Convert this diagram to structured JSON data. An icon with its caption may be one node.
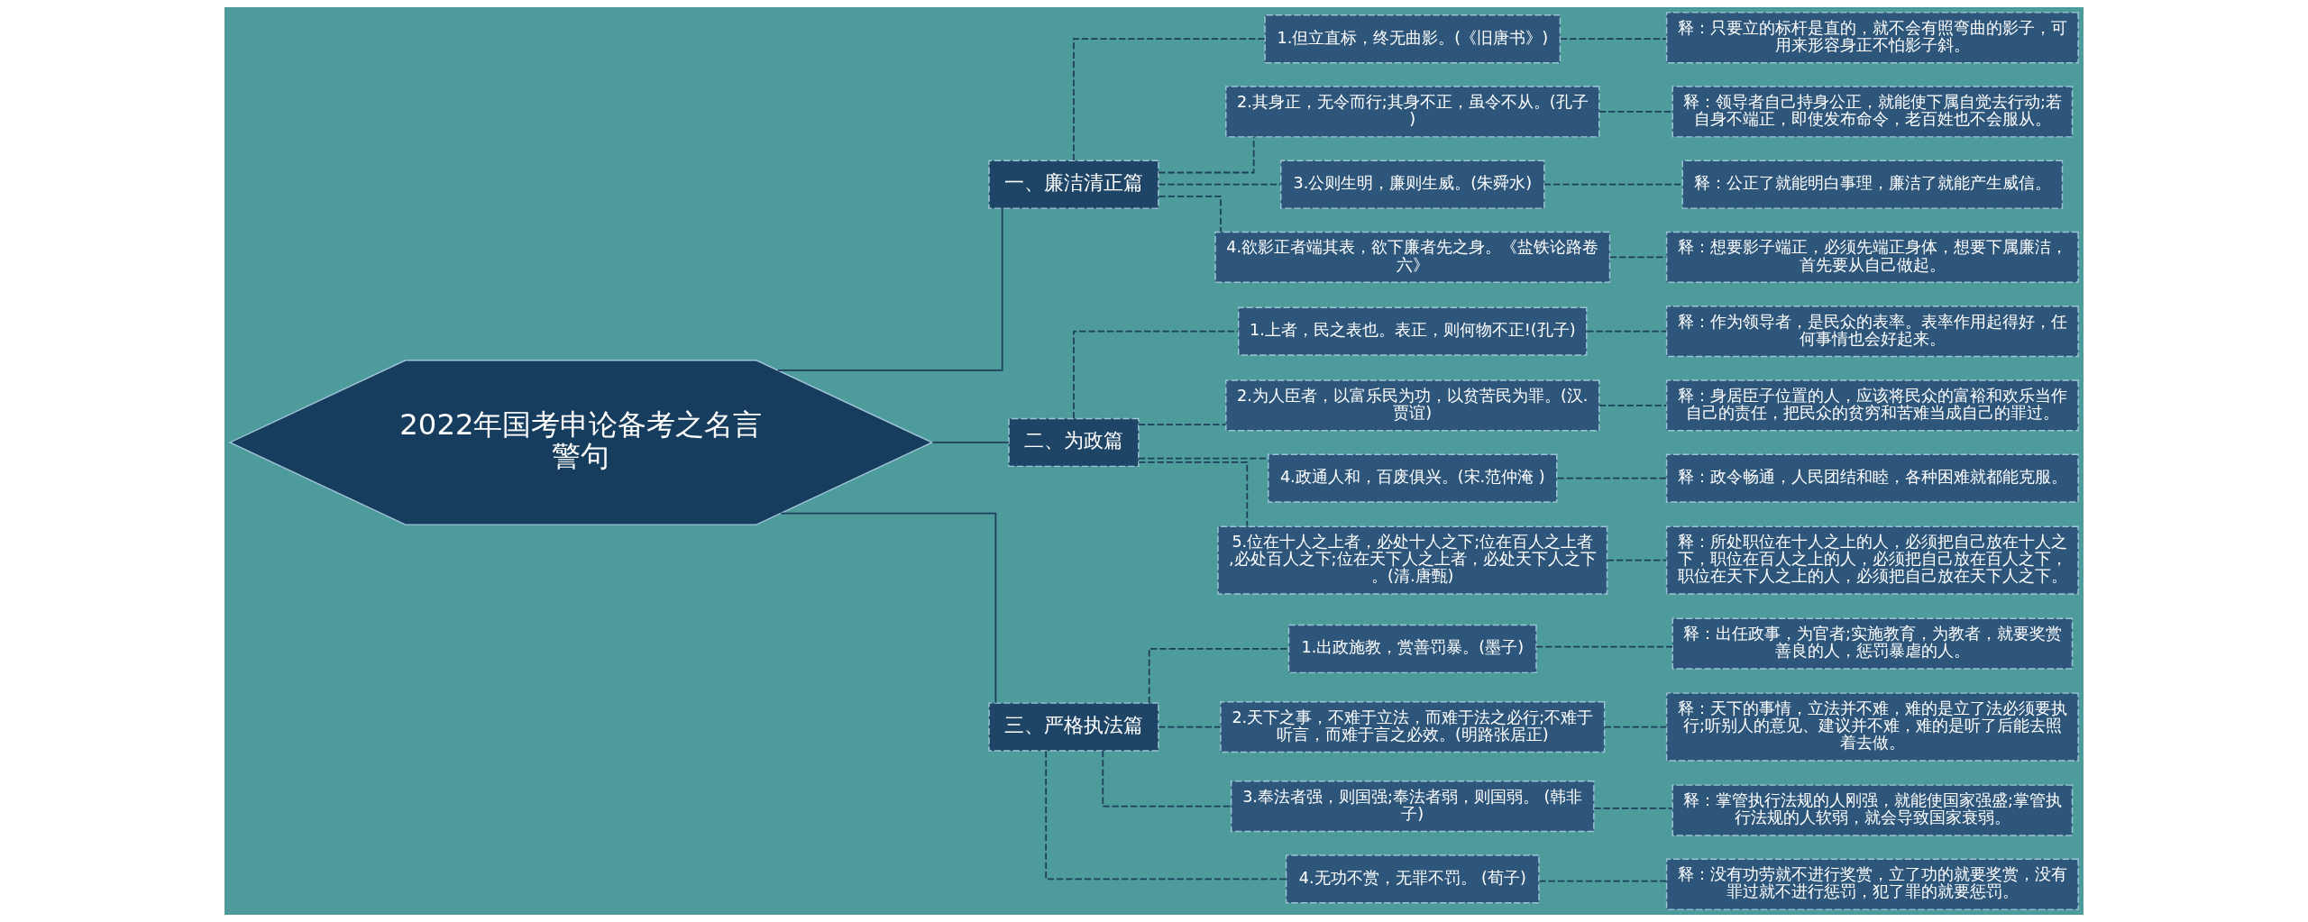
{
  "diagram": {
    "nodes": [
      {
        "text": [
          "2022年国考申论备考之名言警句"
        ]
      },
      {
        "text": [
          "一、廉洁清正篇"
        ]
      },
      {
        "text": [
          "1.但立直标，终无曲影。(《旧唐书》)"
        ]
      },
      {
        "text": [
          "释：只要立的标杆是直的，就不会有照弯曲的影子，可用来形容身正不怕影子斜。"
        ]
      },
      {
        "text": [
          "2.其身正，无令而行;其身不正，虽令不从。(孔子)"
        ]
      },
      {
        "text": [
          "释：领导者自己持身公正，就能使下属自觉去行动;若自身不端正，即使发布命令，老百姓也不会服从。"
        ]
      },
      {
        "text": [
          "3.公则生明，廉则生威。(朱舜水)"
        ]
      },
      {
        "text": [
          "释：公正了就能明白事理，廉洁了就能产生威信。"
        ]
      },
      {
        "text": [
          "4.欲影正者端其表，欲下廉者先之身。《盐铁论路卷六》"
        ]
      },
      {
        "text": [
          "释：想要影子端正，必须先端正身体，想要下属廉洁，首先要从自己做起。"
        ]
      },
      {
        "text": [
          "二、为政篇"
        ]
      },
      {
        "text": [
          "1.上者，民之表也。表正，则何物不正!(孔子)"
        ]
      },
      {
        "text": [
          "释：作为领导者，是民众的表率。表率作用起得好，任何事情也会好起来。"
        ]
      },
      {
        "text": [
          "2.为人臣者，以富乐民为功，以贫苦民为罪。(汉.贾谊)"
        ]
      },
      {
        "text": [
          "释：身居臣子位置的人，应该将民众的富裕和欢乐当作自己的责任，把民众的贫穷和苦难当成自己的罪过。"
        ]
      },
      {
        "text": [
          "4.政通人和，百废俱兴。(宋.范仲淹 )"
        ]
      },
      {
        "text": [
          "释：政令畅通，人民团结和睦，各种困难就都能克服。"
        ]
      },
      {
        "text": [
          "5.位在十人之上者，必处十人之下;位在百人之上者,必处百人之下;位在天下人之上者，必处天下人之下。(清.唐甄)"
        ]
      },
      {
        "text": [
          "释：所处职位在十人之上的人，必须把自己放在十人之下，职位在百人之上的人，必须把自己放在百人之下，职位在天下人之上的人，必须把自己放在天下人之下。"
        ]
      },
      {
        "text": [
          "三、严格执法篇"
        ]
      },
      {
        "text": [
          "1.出政施教，赏善罚暴。(墨子)"
        ]
      },
      {
        "text": [
          "释：出任政事，为官者;实施教育，为教者，就要奖赏善良的人，惩罚暴虐的人。"
        ]
      },
      {
        "text": [
          "2.天下之事，不难于立法，而难于法之必行;不难于听言，而难于言之必效。(明路张居正)"
        ]
      },
      {
        "text": [
          "释：天下的事情，立法并不难，难的是立了法必须要执行;听别人的意见、建议并不难，难的是听了后能去照着去做。"
        ]
      },
      {
        "text": [
          "3.奉法者强，则国强;奉法者弱，则国弱。 (韩非子)"
        ]
      },
      {
        "text": [
          "释：掌管执行法规的人刚强，就能使国家强盛;掌管执行法规的人软弱，就会导致国家衰弱。"
        ]
      },
      {
        "text": [
          "4.无功不赏，无罪不罚。 (荀子)"
        ]
      },
      {
        "text": [
          "释：没有功劳就不进行奖赏，立了功的就要奖赏，没有罪过就不进行惩罚，犯了罪的就要惩罚。"
        ]
      }
    ],
    "edges": [
      {
        "from": 0,
        "to": 1,
        "arrow": "none"
      },
      {
        "from": 1,
        "to": 2,
        "arrow": "none",
        "style": "dashed"
      },
      {
        "from": 2,
        "to": 3,
        "arrow": "none",
        "style": "dashed"
      },
      {
        "from": 1,
        "to": 4,
        "arrow": "none",
        "style": "dashed"
      },
      {
        "from": 4,
        "to": 5,
        "arrow": "none",
        "style": "dashed"
      },
      {
        "from": 1,
        "to": 6,
        "arrow": "none",
        "style": "dashed"
      },
      {
        "from": 6,
        "to": 7,
        "arrow": "none",
        "style": "dashed"
      },
      {
        "from": 1,
        "to": 8,
        "arrow": "none",
        "style": "dashed"
      },
      {
        "from": 8,
        "to": 9,
        "arrow": "none",
        "style": "dashed"
      },
      {
        "from": 0,
        "to": 10,
        "arrow": "none"
      },
      {
        "from": 10,
        "to": 11,
        "arrow": "none",
        "style": "dashed"
      },
      {
        "from": 11,
        "to": 12,
        "arrow": "none",
        "style": "dashed"
      },
      {
        "from": 10,
        "to": 13,
        "arrow": "none",
        "style": "dashed"
      },
      {
        "from": 13,
        "to": 14,
        "arrow": "none",
        "style": "dashed"
      },
      {
        "from": 10,
        "to": 15,
        "arrow": "none",
        "style": "dashed"
      },
      {
        "from": 15,
        "to": 16,
        "arrow": "none",
        "style": "dashed"
      },
      {
        "from": 10,
        "to": 17,
        "arrow": "none",
        "style": "dashed"
      },
      {
        "from": 17,
        "to": 18,
        "arrow": "none",
        "style": "dashed"
      },
      {
        "from": 0,
        "to": 19,
        "arrow": "none"
      },
      {
        "from": 19,
        "to": 20,
        "arrow": "none",
        "style": "dashed"
      },
      {
        "from": 20,
        "to": 21,
        "arrow": "none",
        "style": "dashed"
      },
      {
        "from": 19,
        "to": 22,
        "arrow": "none",
        "style": "dashed"
      },
      {
        "from": 22,
        "to": 23,
        "arrow": "none",
        "style": "dashed"
      },
      {
        "from": 19,
        "to": 24,
        "arrow": "none",
        "style": "dashed"
      },
      {
        "from": 24,
        "to": 25,
        "arrow": "none",
        "style": "dashed"
      },
      {
        "from": 19,
        "to": 26,
        "arrow": "none",
        "style": "dashed"
      },
      {
        "from": 26,
        "to": 27,
        "arrow": "none",
        "style": "dashed"
      }
    ]
  }
}
